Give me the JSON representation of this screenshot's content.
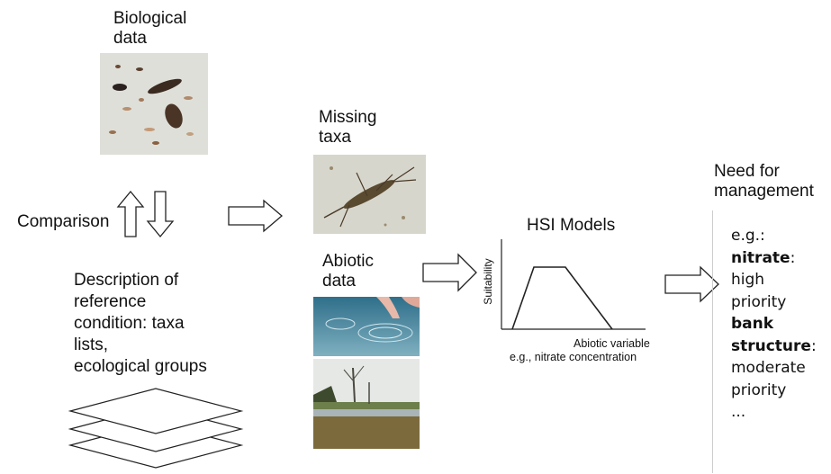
{
  "labels": {
    "biological": "Biological\ndata",
    "missing": "Missing\ntaxa",
    "abiotic": "Abiotic\ndata",
    "comparison": "Comparison",
    "description": "Description of\nreference\ncondition: taxa\nlists,\necological groups",
    "hsi_title": "HSI Models",
    "need": "Need for\nmanagement"
  },
  "hsi_chart": {
    "y_label": "Suitability",
    "x_label": "Abiotic variable",
    "x_sublabel": "e.g., nitrate concentration"
  },
  "management": {
    "eg": "e.g.:",
    "item1_name": "nitrate",
    "colon": ":",
    "item1_level1": "high",
    "item1_level2": "priority",
    "item2_name1": "bank",
    "item2_name2": "structure",
    "item2_level1": "moderate",
    "item2_level2": "priority",
    "ellipsis": "..."
  },
  "colors": {
    "stroke": "#222222",
    "photo_tray": "#d9dcd4",
    "photo_water": "#5d8aa0",
    "photo_field": "#6b7a45"
  }
}
